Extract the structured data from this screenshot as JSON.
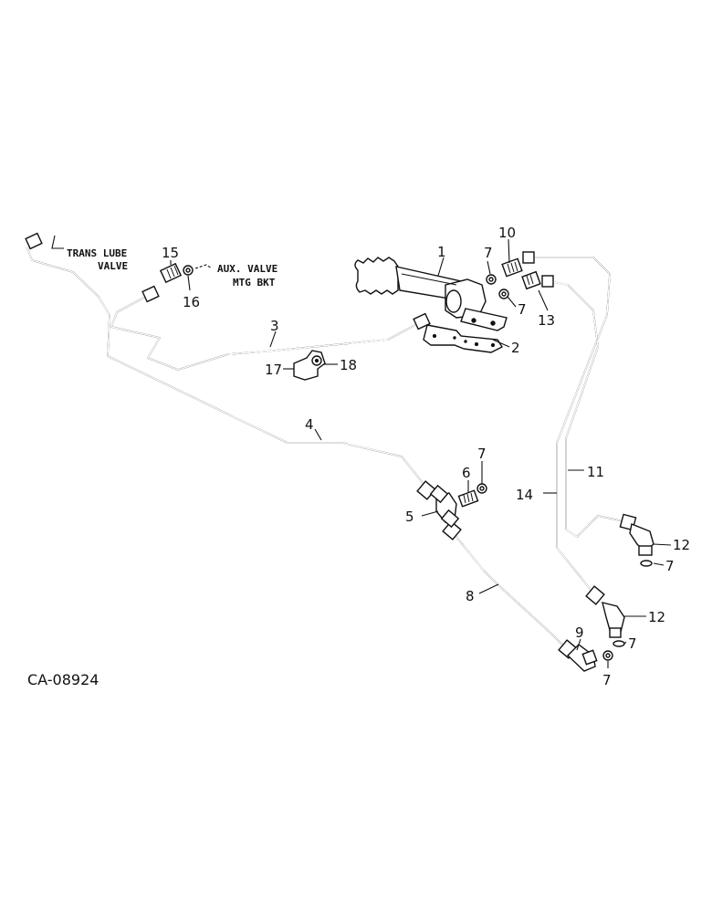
{
  "labels": {
    "p1": "1",
    "p2": "2",
    "p3": "3",
    "p4": "4",
    "p5": "5",
    "p6": "6",
    "p7a": "7",
    "p7b": "7",
    "p7c": "7",
    "p7d": "7",
    "p7e": "7",
    "p7f": "7",
    "p8": "8",
    "p9": "9",
    "p10": "10",
    "p11": "11",
    "p12a": "12",
    "p12b": "12",
    "p13": "13",
    "p14": "14",
    "p15": "15",
    "p16": "16",
    "p17": "17",
    "p18": "18"
  },
  "notes": {
    "trans_lube_1": "TRANS LUBE",
    "trans_lube_2": "VALVE",
    "aux_valve_1": "AUX. VALVE",
    "aux_valve_2": "MTG BKT"
  },
  "drawing_code": "CA-08924"
}
